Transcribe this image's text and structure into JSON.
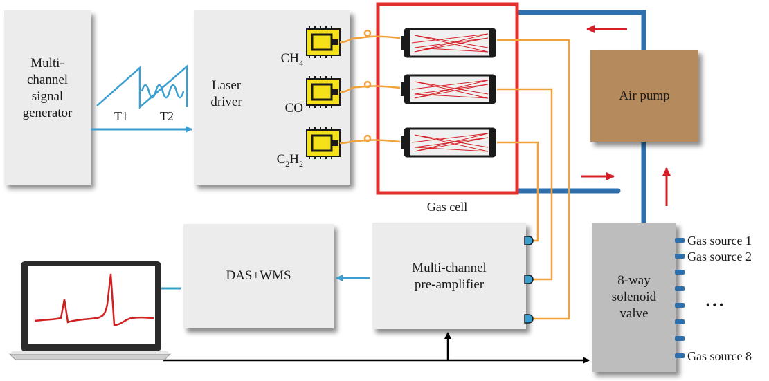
{
  "blocks": {
    "signal_generator": "Multi-\nchannel\nsignal\ngenerator",
    "laser_driver": "Laser\ndriver",
    "gas_cell": "Gas cell",
    "air_pump": "Air pump",
    "das_wms": "DAS+WMS",
    "preamp": "Multi-channel\npre-amplifier",
    "valve": "8-way\nsolenoid\nvalve"
  },
  "waveform_labels": {
    "t1": "T1",
    "t2": "T2"
  },
  "lasers": [
    {
      "base": "CH",
      "sub": "4",
      "tail": ""
    },
    {
      "base": "CO",
      "sub": "",
      "tail": ""
    },
    {
      "base": "C",
      "sub": "2",
      "mid": "H",
      "sub2": "2"
    }
  ],
  "gas_sources": {
    "first": "Gas source 1",
    "second": "Gas source 2",
    "ellipsis": "• • •",
    "last": "Gas source 8"
  },
  "colors": {
    "box": "#ececec",
    "gas_cell_frame": "#e03030",
    "pipe": "#2e6fae",
    "fiber": "#f2a23c",
    "signal_arrow": "#3a9fd0",
    "flow_arrow": "#d61f26",
    "pump": "#b58a5c",
    "valve": "#bdbdbd",
    "laser_yellow": "#f5e11a",
    "spectrum": "#d02020"
  }
}
